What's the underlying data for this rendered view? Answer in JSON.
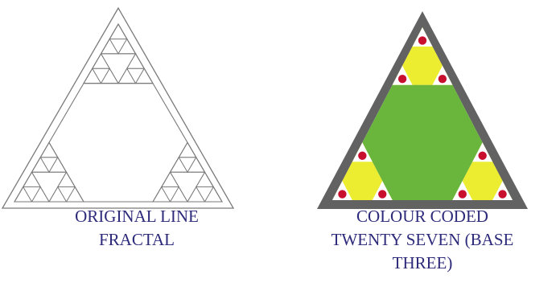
{
  "left_figure": {
    "caption_lines": [
      "ORIGINAL LINE",
      "FRACTAL"
    ]
  },
  "right_figure": {
    "caption_lines": [
      "COLOUR CODED",
      "TWENTY SEVEN (BASE",
      "THREE)"
    ]
  },
  "colors": {
    "caption_text": "#2d2a7a",
    "line_stroke": "#7a7a7a",
    "outer_frame": "#626262",
    "hexagon_green": "#6ab63c",
    "triangle_yellow": "#ecec30",
    "corner_red": "#c8102e"
  }
}
